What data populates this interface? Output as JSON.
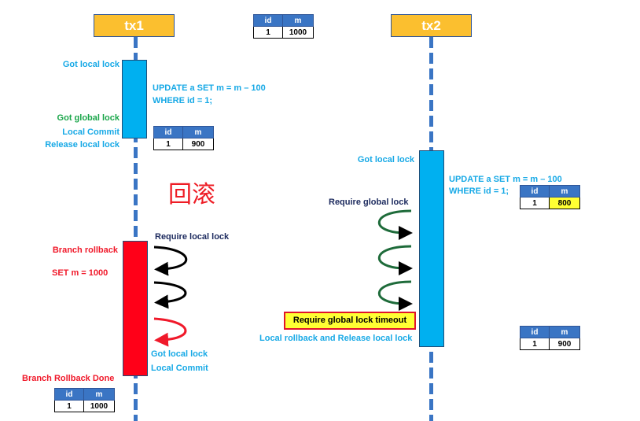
{
  "diagram": {
    "title_cn": "回滚",
    "colors": {
      "header_fill": "#fbbf2f",
      "lifeline": "#3a75c4",
      "active_bar": "#00b0f0",
      "rollback_bar": "#ff0018",
      "label_cyan": "#17a9e6",
      "label_green": "#1aa64a",
      "label_red": "#f0192a",
      "label_navy": "#1c2a5e",
      "highlight_cell": "#ffff33"
    },
    "tx1": {
      "name": "tx1",
      "labels": {
        "got_local_lock": "Got local lock",
        "got_global_lock": "Got global lock",
        "local_commit": "Local Commit",
        "release_local_lock": "Release local lock",
        "sql_line1": "UPDATE a SET m = m – 100",
        "sql_line2": "WHERE id = 1;",
        "branch_rollback": "Branch rollback",
        "set_m": "SET m = 1000",
        "require_local_lock": "Require local lock",
        "got_local_lock_2": "Got local lock",
        "local_commit_2": "Local Commit",
        "branch_rollback_done": "Branch Rollback Done"
      }
    },
    "tx2": {
      "name": "tx2",
      "labels": {
        "got_local_lock": "Got local lock",
        "sql_line1": "UPDATE a SET m = m – 100",
        "sql_line2": "WHERE id = 1;",
        "require_global_lock": "Require global lock",
        "timeout": "Require global lock timeout",
        "local_rollback": "Local rollback and Release local lock"
      }
    },
    "tables": {
      "headers": [
        "id",
        "m"
      ],
      "initial": {
        "id": "1",
        "m": "1000"
      },
      "after_tx1": {
        "id": "1",
        "m": "900"
      },
      "tx2_update": {
        "id": "1",
        "m": "800"
      },
      "after_tx2_rb": {
        "id": "1",
        "m": "900"
      },
      "after_rollback": {
        "id": "1",
        "m": "1000"
      }
    }
  }
}
